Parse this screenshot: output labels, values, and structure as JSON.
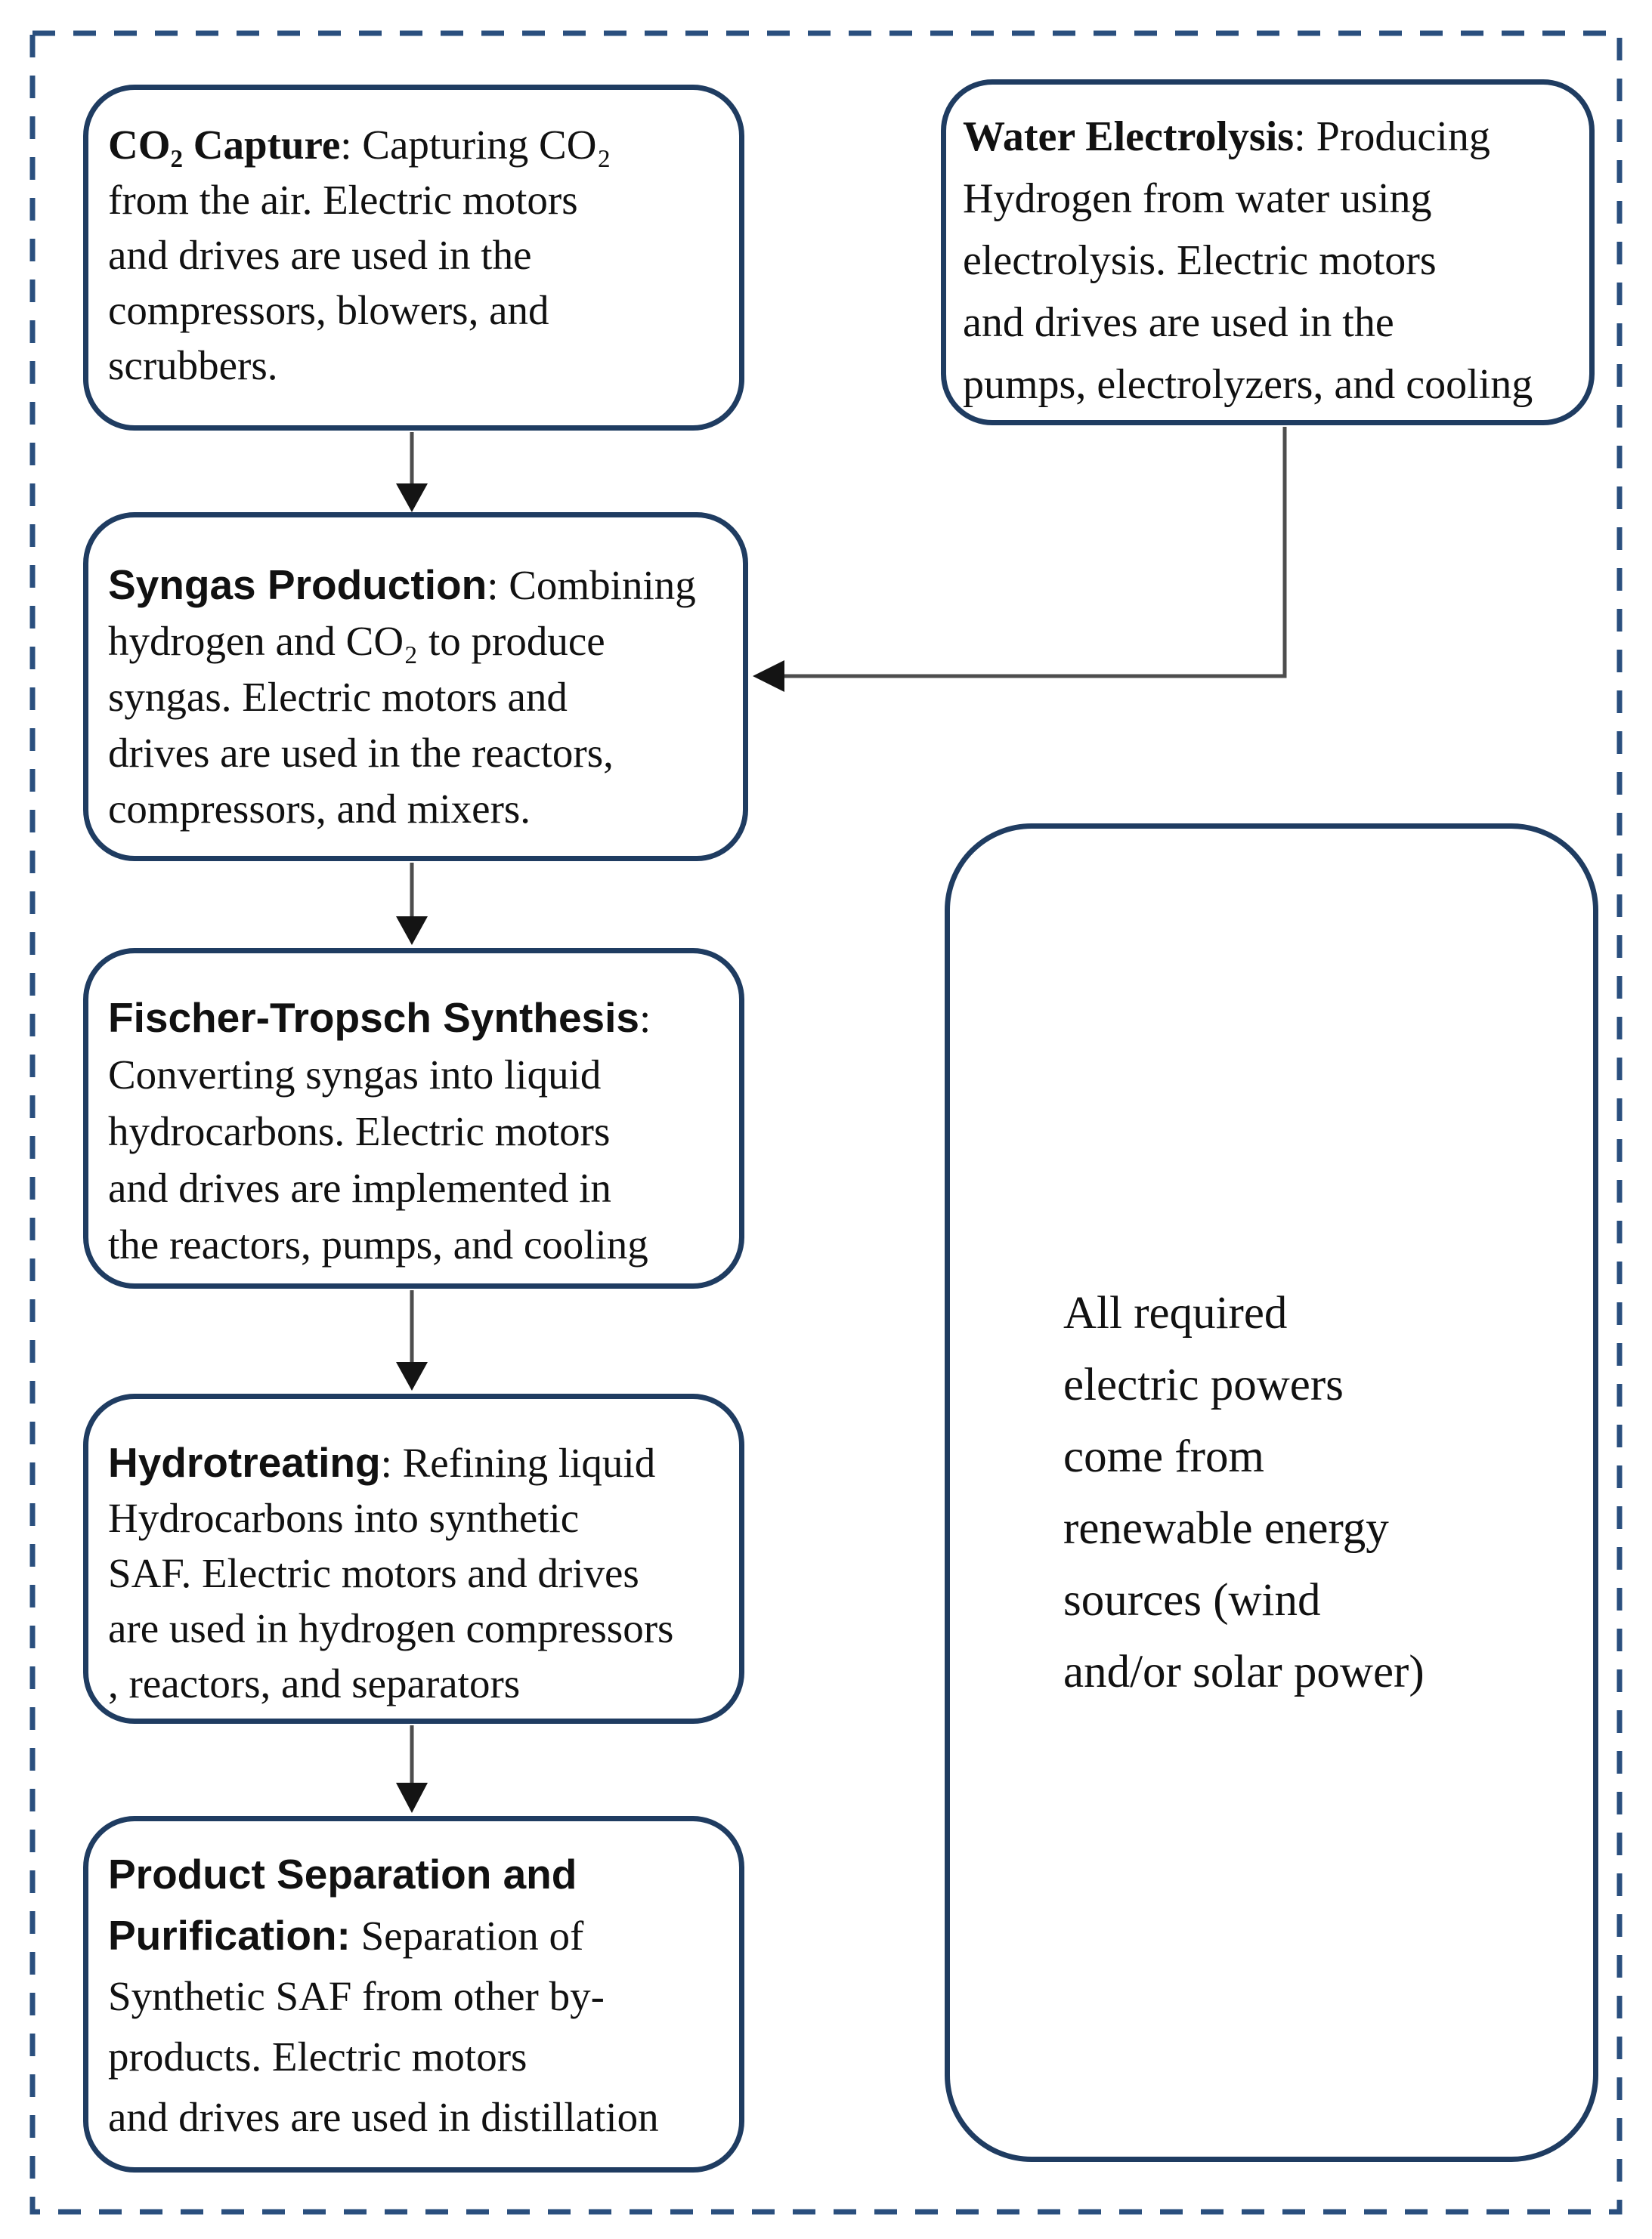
{
  "colors": {
    "box_border": "#1f3c61",
    "outer_dash_border": "#2a4f7e",
    "connector_line": "#4d4d4d",
    "arrowhead": "#141414",
    "text": "#111111",
    "background": "#ffffff"
  },
  "boxes": [
    {
      "id": "co2-capture",
      "heading": "CO₂ Capture",
      "lines": [
        {
          "b": "CO₂ Capture",
          "r": ": Capturing CO₂"
        },
        {
          "r": "from the air. Electric motors"
        },
        {
          "r": "and drives are used in the"
        },
        {
          "r": "compressors, blowers, and"
        },
        {
          "r": "scrubbers."
        }
      ]
    },
    {
      "id": "water-electrolysis",
      "heading": "Water Electrolysis",
      "lines": [
        {
          "b": "Water Electrolysis",
          "r": ": Producing"
        },
        {
          "r": "Hydrogen from water using"
        },
        {
          "r": "electrolysis. Electric motors"
        },
        {
          "r": "and drives are used in the"
        },
        {
          "r": "pumps, electrolyzers, and cooling"
        }
      ]
    },
    {
      "id": "syngas-production",
      "heading": "Syngas Production",
      "lines": [
        {
          "b": "Syngas Production",
          "r": ": Combining"
        },
        {
          "r": "hydrogen and CO₂ to produce"
        },
        {
          "r": "syngas. Electric motors and"
        },
        {
          "r": "drives are used in the reactors,"
        },
        {
          "r": "compressors, and mixers."
        }
      ]
    },
    {
      "id": "fischer-tropsch-synthesis",
      "heading": "Fischer-Tropsch Synthesis",
      "lines": [
        {
          "b": "Fischer-Tropsch Synthesis",
          "r": ":"
        },
        {
          "r": "Converting syngas into liquid"
        },
        {
          "r": "hydrocarbons. Electric motors"
        },
        {
          "r": "and drives are implemented in"
        },
        {
          "r": "the reactors, pumps, and cooling"
        }
      ]
    },
    {
      "id": "hydrotreating",
      "heading": "Hydrotreating",
      "lines": [
        {
          "b": "Hydrotreating",
          "r": ": Refining liquid"
        },
        {
          "r": "Hydrocarbons into synthetic"
        },
        {
          "r": "SAF. Electric motors and drives"
        },
        {
          "r": "are used in hydrogen compressors"
        },
        {
          "r": ", reactors, and separators"
        }
      ]
    },
    {
      "id": "product-separation-purification",
      "heading": "Product Separation and Purification",
      "lines": [
        {
          "b": "Product Separation and"
        },
        {
          "b": "Purification:",
          "r": " Separation of"
        },
        {
          "r": "Synthetic SAF from other by-"
        },
        {
          "r": "products. Electric motors"
        },
        {
          "r": "and drives are used in distillation"
        }
      ]
    }
  ],
  "side_note": {
    "lines": [
      {
        "r": "All required"
      },
      {
        "r": "electric powers"
      },
      {
        "r": "come from"
      },
      {
        "r": "renewable energy"
      },
      {
        "r": "sources (wind"
      },
      {
        "r": "and/or solar power)"
      }
    ]
  }
}
